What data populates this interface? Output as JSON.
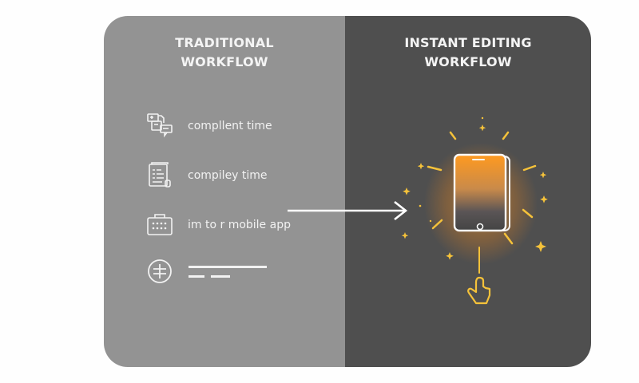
{
  "colors": {
    "page_background": "#fefefe",
    "left_panel": "#939393",
    "right_panel": "#4f4f4f",
    "text": "#f2f2f2",
    "accent_yellow": "#f5c23a",
    "accent_orange": "#ff9a1f"
  },
  "left_panel": {
    "title_line1": "TRADITIONAL",
    "title_line2": "WORKFLOW",
    "items": [
      {
        "icon": "chat-documents-icon",
        "label": "compllent time"
      },
      {
        "icon": "document-list-icon",
        "label": "compiley time"
      },
      {
        "icon": "briefcase-keypad-icon",
        "label": "im to r mobile app"
      },
      {
        "icon": "circle-cross-icon",
        "label": ""
      }
    ]
  },
  "right_panel": {
    "title_line1": "INSTANT EDITING",
    "title_line2": "WORKFLOW",
    "illustration": {
      "device": "tablet-icon",
      "pointer": "hand-pointer-icon",
      "effects": "sparkle-rays"
    }
  },
  "connector": {
    "icon": "arrow-right-icon"
  }
}
